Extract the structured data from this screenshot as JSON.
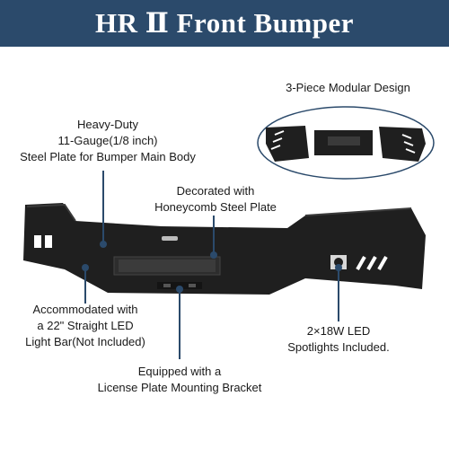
{
  "banner": {
    "title": "HR Ⅱ Front Bumper"
  },
  "modular": {
    "title": "3-Piece Modular Design"
  },
  "callouts": {
    "steel_plate": [
      "Heavy-Duty",
      "11-Gauge(1/8 inch)",
      "Steel Plate for Bumper Main Body"
    ],
    "honeycomb": [
      "Decorated with",
      "Honeycomb Steel Plate"
    ],
    "led_bar": [
      "Accommodated with",
      "a 22\" Straight LED",
      "Light Bar(Not Included)"
    ],
    "spotlights": [
      "2×18W LED",
      "Spotlights Included."
    ],
    "license": [
      "Equipped with a",
      "License Plate Mounting Bracket"
    ]
  },
  "colors": {
    "banner": "#2b4a6b",
    "leader": "#2b4a6b",
    "bumper": "#1f1f1f",
    "accent": "#ffffff"
  }
}
